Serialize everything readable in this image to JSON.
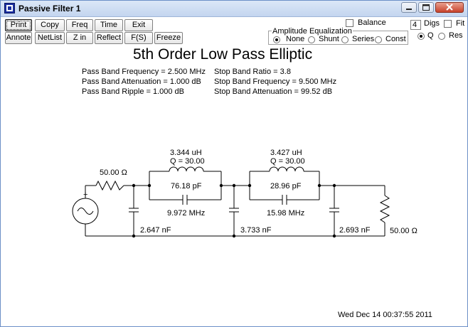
{
  "window": {
    "title": "Passive Filter 1"
  },
  "toolbar": {
    "row1": [
      "Print",
      "Copy",
      "Freq",
      "Time",
      "Exit"
    ],
    "row2": [
      "Annote",
      "NetList",
      "Z in",
      "Reflect",
      "F(S)",
      "Freeze"
    ]
  },
  "options": {
    "balance_label": "Balance",
    "digs_value": "4",
    "digs_label": "Digs",
    "fit_label": "Fit",
    "q_label": "Q",
    "res_label": "Res",
    "amp_eq_label": "Amplitude Equalization",
    "amp_eq_options": [
      "None",
      "Shunt",
      "Series",
      "Const"
    ],
    "amp_eq_selected": "None",
    "mode_selected": "Q"
  },
  "filter": {
    "title": "5th Order Low Pass Elliptic",
    "params_left": [
      "Pass Band Frequency = 2.500 MHz",
      "Pass Band Attenuation = 1.000 dB",
      "Pass Band Ripple = 1.000 dB"
    ],
    "params_right": [
      "Stop Band Ratio = 3.8",
      "Stop Band Frequency = 9.500 MHz",
      "Stop Band Attenuation = 99.52 dB"
    ]
  },
  "schematic": {
    "source_resistor": "50.00 Ω",
    "load_resistor": "50.00 Ω",
    "section1": {
      "inductance": "3.344 uH",
      "q": "Q = 30.00",
      "capacitance": "76.18 pF",
      "resonance": "9.972 MHz"
    },
    "section2": {
      "inductance": "3.427 uH",
      "q": "Q = 30.00",
      "capacitance": "28.96 pF",
      "resonance": "15.98 MHz"
    },
    "shunt_caps": [
      "2.647 nF",
      "3.733 nF",
      "2.693 nF"
    ]
  },
  "status": {
    "timestamp": "Wed Dec 14 00:37:55 2011"
  }
}
